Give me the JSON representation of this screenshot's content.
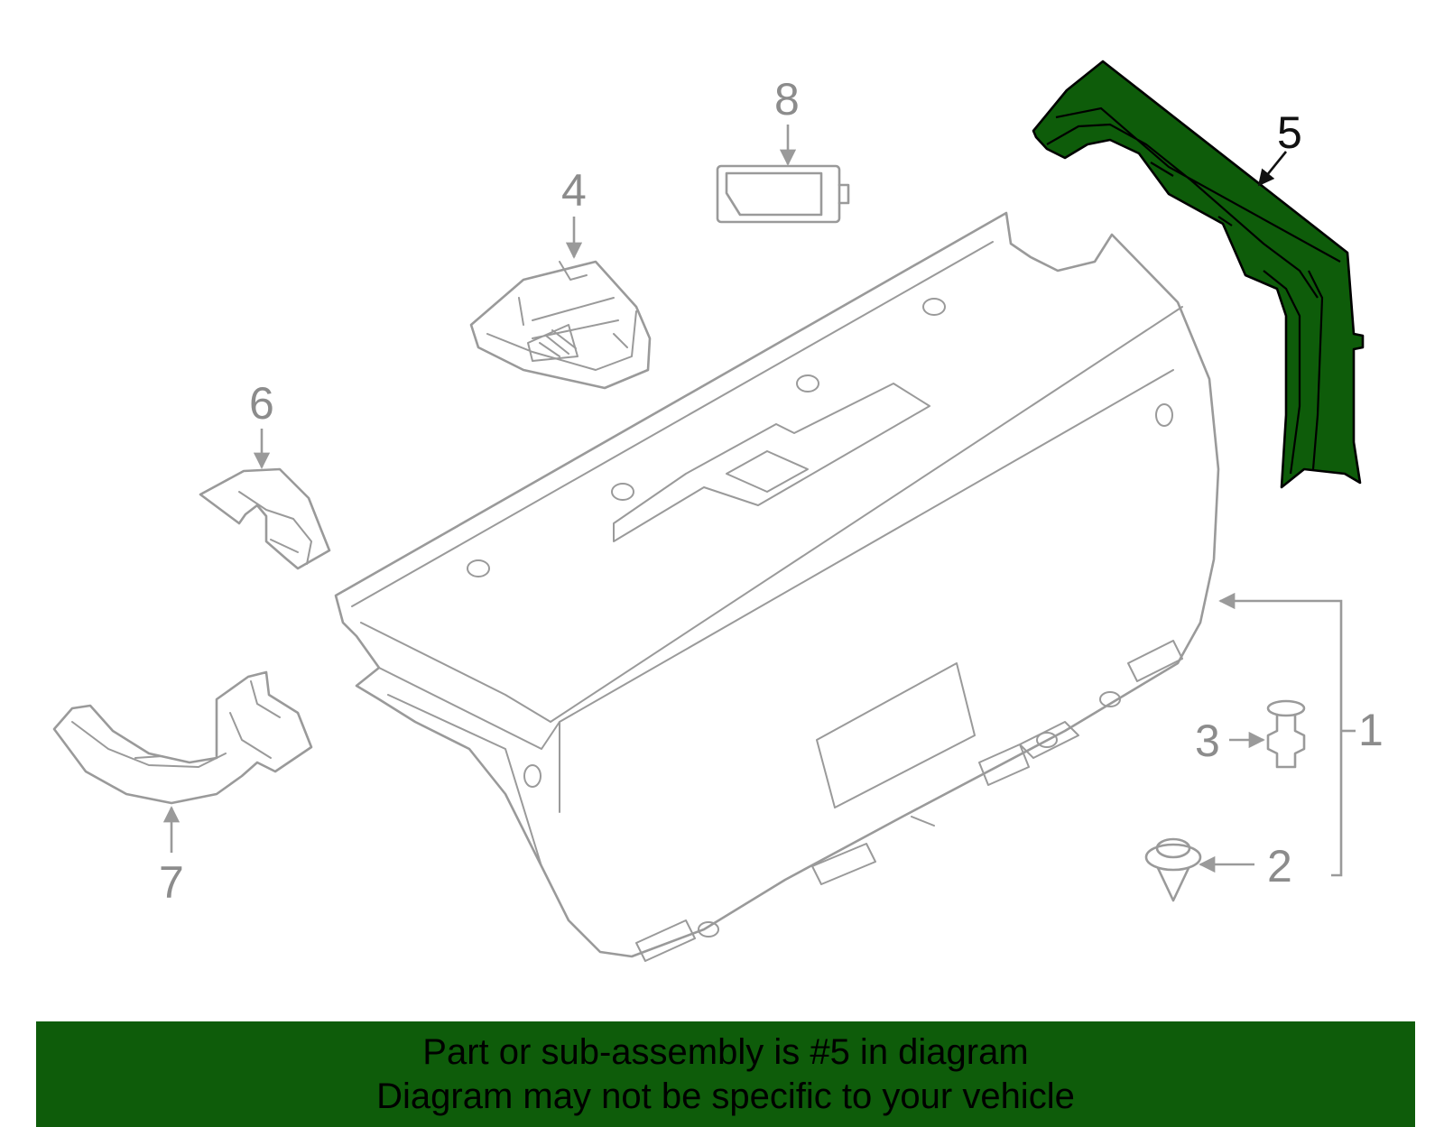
{
  "diagram": {
    "highlight_color": "#0e5c0a",
    "line_color": "#9a9a9a",
    "highlighted_part": "5",
    "callouts": {
      "c1": "1",
      "c2": "2",
      "c3": "3",
      "c4": "4",
      "c5": "5",
      "c6": "6",
      "c7": "7",
      "c8": "8"
    }
  },
  "banner": {
    "line1": "Part or sub-assembly is #5 in diagram",
    "line2": "Diagram may not be specific to your vehicle"
  }
}
